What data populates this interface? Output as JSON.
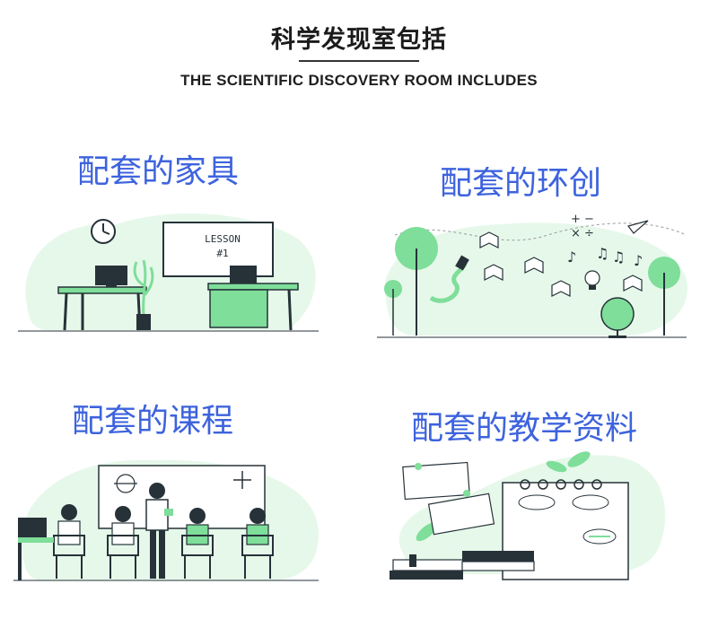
{
  "header": {
    "title": "科学发现室包括",
    "subtitle": "THE SCIENTIFIC DISCOVERY ROOM INCLUDES"
  },
  "sections": [
    {
      "title": "配套的家具",
      "illustration": "classroom-furniture-illustration",
      "board_text": [
        "LESSON",
        "#1"
      ]
    },
    {
      "title": "配套的环创",
      "illustration": "environment-decoration-illustration"
    },
    {
      "title": "配套的课程",
      "illustration": "course-classroom-illustration"
    },
    {
      "title": "配套的教学资料",
      "illustration": "teaching-materials-illustration"
    }
  ],
  "colors": {
    "accent": "#3d63dd",
    "green": "#7ede9a",
    "light_green": "#e6f8ea",
    "dark": "#263238"
  }
}
